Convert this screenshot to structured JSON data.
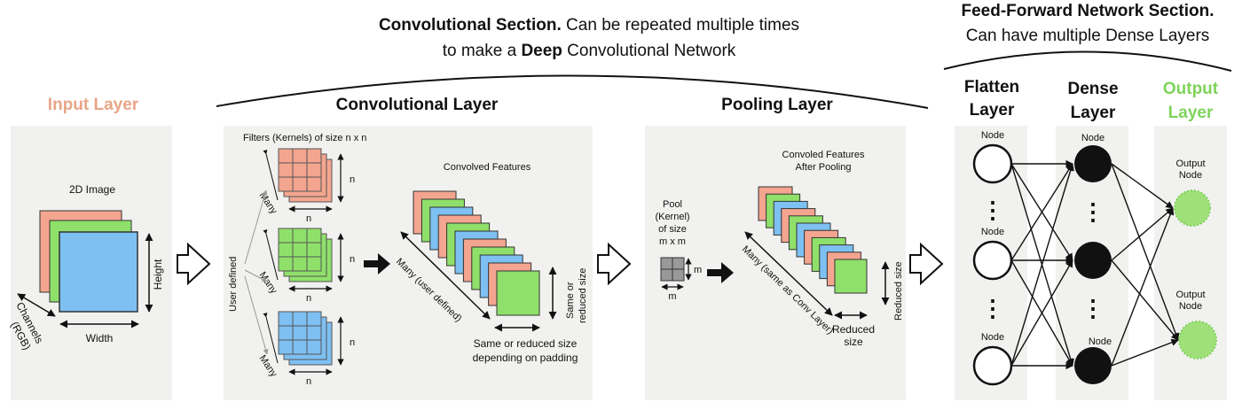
{
  "colors": {
    "input": "#e8a586",
    "output": "#7fd35a",
    "salmon": "#f4a58f",
    "green": "#8fe06a",
    "blue": "#7ec0f2",
    "panel": "#f1f1ef",
    "node_fill": "#111111"
  },
  "headers": {
    "conv_section_bold": "Convolutional Section.",
    "conv_section_rest": " Can be repeated multiple times",
    "conv_section_line2_pre": "to make a ",
    "conv_section_line2_bold": "Deep",
    "conv_section_line2_post": " Convolutional Network",
    "ff_section_line1": "Feed-Forward Network Section.",
    "ff_section_line2": "Can have multiple Dense Layers"
  },
  "input_layer": {
    "title": "Input Layer",
    "image_label": "2D Image",
    "height_label": "Height",
    "width_label": "Width",
    "channels_label": "Channels",
    "rgb_label": "(RGB)"
  },
  "conv_layer": {
    "title": "Convolutional Layer",
    "filters_label": "Filters (Kernels) of size n x n",
    "n": "n",
    "many": "Many",
    "user_defined": "User defined",
    "convolved_label": "Convolved Features",
    "many_user_defined": "Many (user defined)",
    "same_or_reduced_line1": "Same or",
    "same_or_reduced_line2": "reduced size",
    "bottom_line1": "Same or reduced size",
    "bottom_line2": "depending on padding"
  },
  "pooling_layer": {
    "title": "Pooling Layer",
    "pool_line1": "Pool",
    "pool_line2": "(Kernel)",
    "pool_line3": "of size",
    "pool_line4": "m x m",
    "m": "m",
    "features_line1": "Convoled Features",
    "features_line2": "After Pooling",
    "many_same": "Many (same as Conv Layer)",
    "reduced_size": "Reduced size",
    "reduced_line1": "Reduced",
    "reduced_line2": "size"
  },
  "ff": {
    "flatten_line1": "Flatten",
    "flatten_line2": "Layer",
    "dense_line1": "Dense",
    "dense_line2": "Layer",
    "output_line1": "Output",
    "output_line2": "Layer",
    "node": "Node",
    "output_node_line1": "Output",
    "output_node_line2": "Node",
    "dots": "⋮"
  }
}
